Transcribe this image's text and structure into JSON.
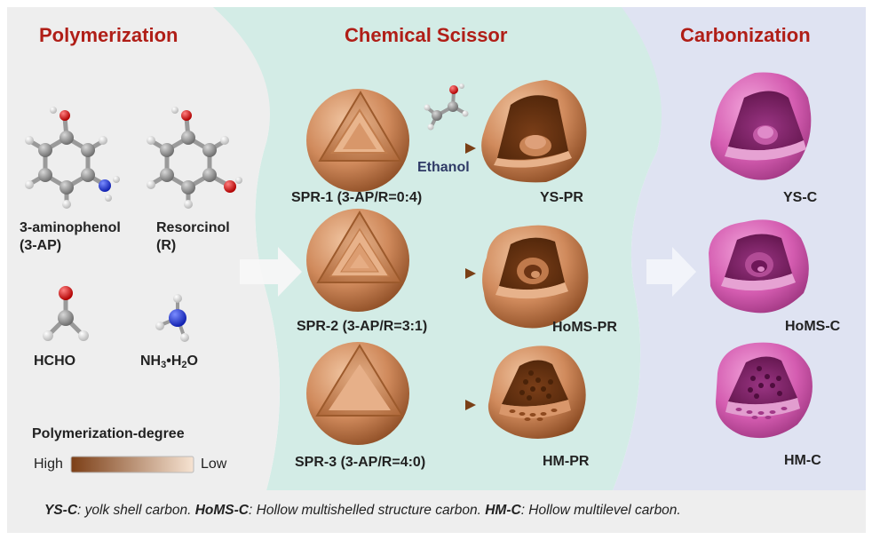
{
  "sections": {
    "polymerization": "Polymerization",
    "scissor": "Chemical Scissor",
    "carbonization": "Carbonization"
  },
  "molecules": {
    "aminophenol": {
      "name": "3-aminophenol",
      "abbr": "(3-AP)"
    },
    "resorcinol": {
      "name": "Resorcinol",
      "abbr": "(R)"
    },
    "hcho": "HCHO",
    "ammonia": {
      "nh": "NH",
      "sub1": "3",
      "dot": "•H",
      "sub2": "2",
      "o": "O"
    }
  },
  "legend": {
    "title": "Polymerization-degree",
    "high": "High",
    "low": "Low",
    "colors": {
      "high": "#7c3f17",
      "low": "#f6e3d2"
    }
  },
  "reagent": "Ethanol",
  "rows": [
    {
      "precursor": "SPR-1 (3-AP/R=0:4)",
      "polymer": "YS-PR",
      "carbon": "YS-C"
    },
    {
      "precursor": "SPR-2 (3-AP/R=3:1)",
      "polymer": "HoMS-PR",
      "carbon": "HoMS-C"
    },
    {
      "precursor": "SPR-3 (3-AP/R=4:0)",
      "polymer": "HM-PR",
      "carbon": "HM-C"
    }
  ],
  "caption": {
    "t1": "YS-C",
    "d1": ": yolk shell carbon. ",
    "t2": "HoMS-C",
    "d2": ": Hollow multishelled structure carbon. ",
    "t3": "HM-C",
    "d3": ": Hollow multilevel carbon."
  },
  "colors": {
    "title": "#b01e17",
    "panel_left": "#eeeeee",
    "panel_middle": "#d3ece6",
    "panel_right": "#dfe3f2",
    "polymer_sphere": "#d08a5c",
    "carbon": "#d45cb0",
    "arrow": "#8a4a1c"
  }
}
